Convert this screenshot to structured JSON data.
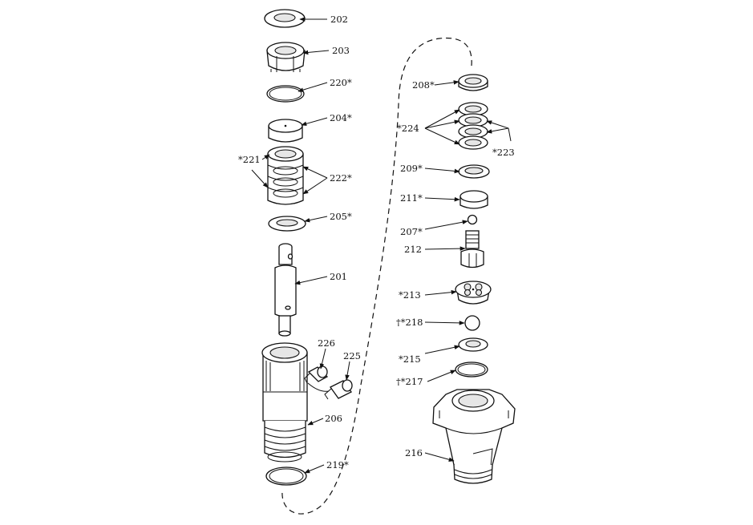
{
  "labels": {
    "l202": "202",
    "l203": "203",
    "l220": "220*",
    "l204": "204*",
    "l221": "*221",
    "l222": "222*",
    "l205": "205*",
    "l201": "201",
    "l226": "226",
    "l225": "225",
    "l206": "206",
    "l219": "219*",
    "l208": "208*",
    "l224": "*224",
    "l223": "*223",
    "l209": "209*",
    "l211": "211*",
    "l207": "207*",
    "l212": "212",
    "l213": "*213",
    "l218": "†*218",
    "l215": "*215",
    "l217": "†*217",
    "l216": "216"
  }
}
